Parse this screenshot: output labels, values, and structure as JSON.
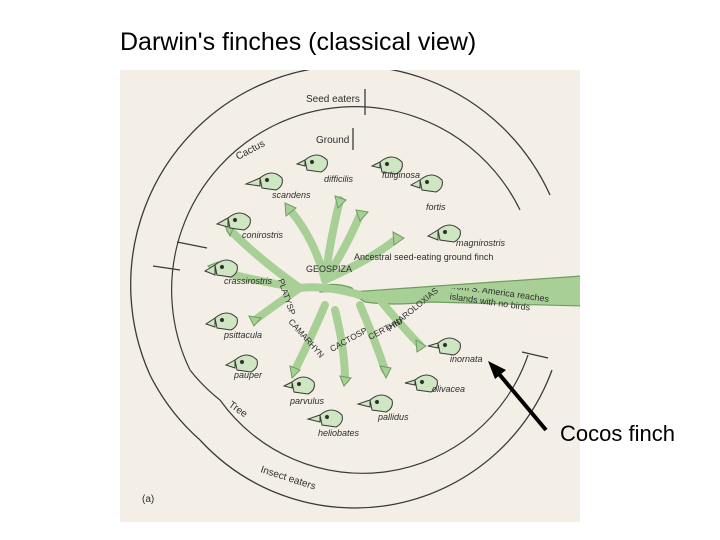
{
  "title": "Darwin's finches (classical view)",
  "callout": "Cocos finch",
  "figure_label": "(a)",
  "rings": {
    "seed_eaters": "Seed eaters",
    "cactus": "Cactus",
    "ground": "Ground",
    "tree": "Tree",
    "insect_eaters": "Insect eaters"
  },
  "tree": {
    "ancestor": "Ancestral seed-eating ground finch",
    "arrival": "from S. America reaches islands with no birds",
    "genera": {
      "geospiza": "GEOSPIZA",
      "platyspiza": "PLATYSPIZA",
      "camarhynchus": "CAMARHYNCHUS",
      "cactospiza": "CACTOSPIZA",
      "certhidea": "CERTHIDEA",
      "pinaroloxias": "PINAROLOXIAS"
    }
  },
  "species": {
    "difficilis": "difficilis",
    "fuliginosa": "fuliginosa",
    "scandens": "scandens",
    "fortis": "fortis",
    "conirostris": "conirostris",
    "magnirostris": "magnirostris",
    "crassirostris": "crassirostris",
    "psittacula": "psittacula",
    "pauper": "pauper",
    "parvulus": "parvulus",
    "pallidus": "pallidus",
    "heliobates": "heliobates",
    "olivacea": "olivacea",
    "inornata": "inornata"
  },
  "colors": {
    "paper": "#f4efe6",
    "branch": "#a8cf96",
    "branch_edge": "#6f9c62",
    "head": "#cfe6c2",
    "ink": "#2d2d2d"
  }
}
